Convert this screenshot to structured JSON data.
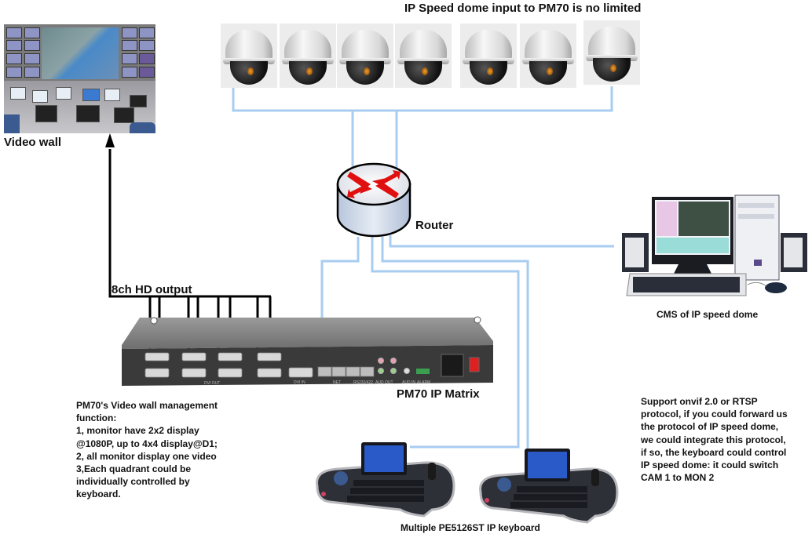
{
  "diagram": {
    "title": "IP Speed dome input to PM70 is no limited",
    "nodes": {
      "video_wall": {
        "label": "Video wall"
      },
      "cameras": {
        "count": 7,
        "type": "IP speed dome"
      },
      "router": {
        "label": "Router"
      },
      "matrix": {
        "label": "PM70 IP Matrix",
        "output_label": "8ch HD output",
        "panel_labels": [
          "DVI OUT",
          "DVI IN",
          "NET",
          "RS232/422",
          "AUD OUT",
          "AUD IN",
          "ALARM"
        ]
      },
      "cms": {
        "label": "CMS of IP speed dome"
      },
      "keyboards": {
        "label": "Multiple PE5126ST IP keyboard",
        "count": 2
      }
    },
    "notes": {
      "left": "PM70's Video wall management\nfunction:\n1, monitor have 2x2 display\n@1080P, up to 4x4 display@D1;\n2, all monitor display one video\n3,Each quadrant could be\nindividually controlled by\nkeyboard.",
      "right": "Support onvif 2.0 or RTSP\nprotocol, if you could forward us\nthe protocol of IP speed dome,\nwe could integrate this protocol,\nif so, the keyboard could control\nIP speed dome: it could switch\nCAM 1 to MON 2"
    },
    "connections": [
      {
        "from": "cameras",
        "to": "router",
        "type": "network"
      },
      {
        "from": "router",
        "to": "cms",
        "type": "network"
      },
      {
        "from": "router",
        "to": "matrix",
        "type": "network"
      },
      {
        "from": "router",
        "to": "keyboard-1",
        "type": "network"
      },
      {
        "from": "router",
        "to": "keyboard-2",
        "type": "network"
      },
      {
        "from": "matrix",
        "to": "video_wall",
        "type": "hd-output"
      }
    ],
    "colors": {
      "network_line": "#a8cdf0",
      "hd_line": "#000000",
      "router_arrow": "#e01010",
      "router_body": "#cdd8e8"
    }
  }
}
